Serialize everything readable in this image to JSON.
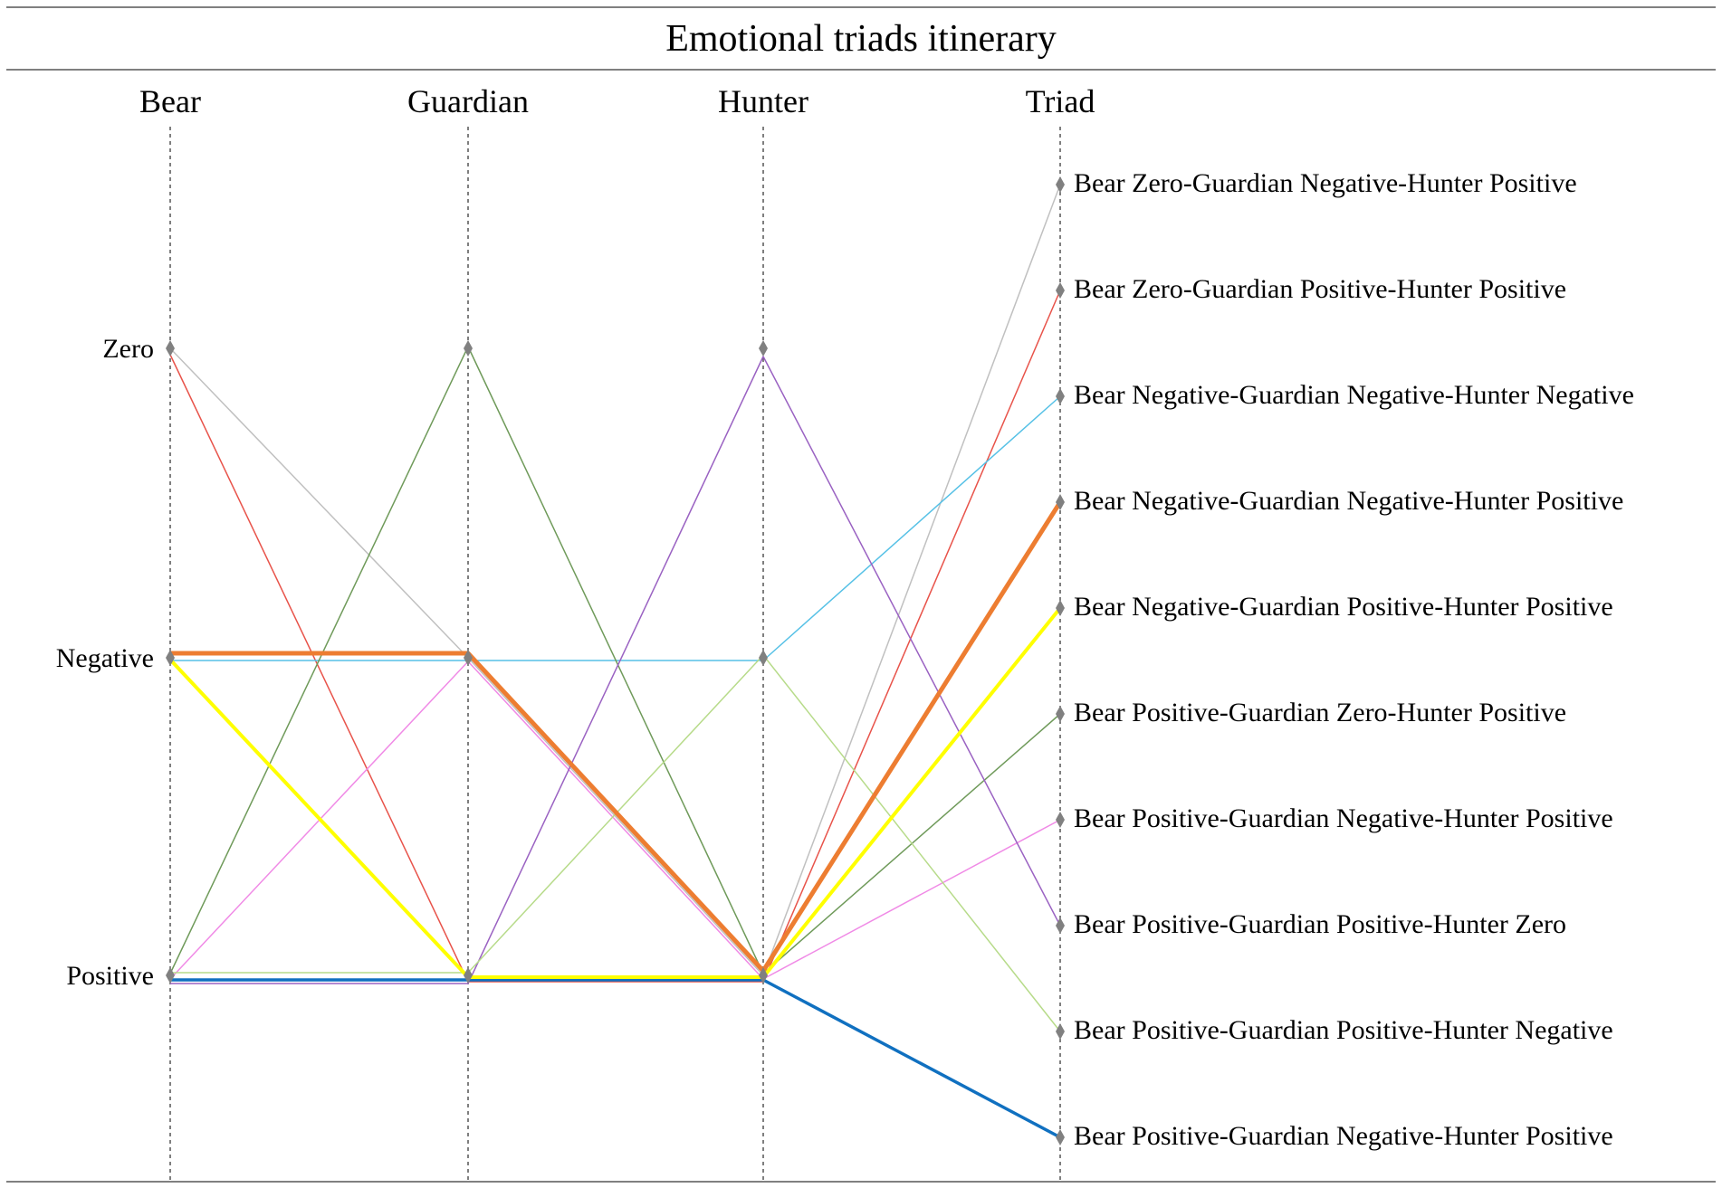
{
  "chart_data": {
    "type": "parallel-coordinates",
    "title": "Emotional triads itinerary",
    "axes": [
      "Bear",
      "Guardian",
      "Hunter",
      "Triad"
    ],
    "levels": [
      "Zero",
      "Negative",
      "Positive"
    ],
    "triads": [
      "Bear Zero-Guardian Negative-Hunter Positive",
      "Bear Zero-Guardian Positive-Hunter Positive",
      "Bear Negative-Guardian Negative-Hunter Negative",
      "Bear Negative-Guardian Negative-Hunter Positive",
      "Bear Negative-Guardian Positive-Hunter Positive",
      "Bear Positive-Guardian Zero-Hunter Positive",
      "Bear Positive-Guardian Negative-Hunter Positive",
      "Bear Positive-Guardian Positive-Hunter Zero",
      "Bear Positive-Guardian Positive-Hunter Negative",
      "Bear Positive-Guardian Negative-Hunter Positive"
    ],
    "series": [
      {
        "bear": "Zero",
        "guardian": "Negative",
        "hunter": "Positive",
        "triad_index": 0,
        "color": "#c0c0c0",
        "width": 1.5
      },
      {
        "bear": "Zero",
        "guardian": "Positive",
        "hunter": "Positive",
        "triad_index": 1,
        "color": "#e8534a",
        "width": 1.5
      },
      {
        "bear": "Negative",
        "guardian": "Negative",
        "hunter": "Negative",
        "triad_index": 2,
        "color": "#56c1e6",
        "width": 1.5
      },
      {
        "bear": "Negative",
        "guardian": "Negative",
        "hunter": "Positive",
        "triad_index": 3,
        "color": "#ed7d31",
        "width": 5
      },
      {
        "bear": "Negative",
        "guardian": "Positive",
        "hunter": "Positive",
        "triad_index": 4,
        "color": "#ffff00",
        "width": 4
      },
      {
        "bear": "Positive",
        "guardian": "Zero",
        "hunter": "Positive",
        "triad_index": 5,
        "color": "#6f9a5a",
        "width": 1.5
      },
      {
        "bear": "Positive",
        "guardian": "Negative",
        "hunter": "Positive",
        "triad_index": 6,
        "color": "#f08ae6",
        "width": 1.5
      },
      {
        "bear": "Positive",
        "guardian": "Positive",
        "hunter": "Zero",
        "triad_index": 7,
        "color": "#9a62c2",
        "width": 1.5
      },
      {
        "bear": "Positive",
        "guardian": "Positive",
        "hunter": "Negative",
        "triad_index": 8,
        "color": "#b7db8a",
        "width": 1.5
      },
      {
        "bear": "Positive",
        "guardian": "Positive",
        "hunter": "Positive",
        "triad_index": 9,
        "color": "#1070c0",
        "width": 3.5
      }
    ],
    "grid": false,
    "legend": "none",
    "marker_color": "#808080",
    "axis_line_color": "#555555"
  }
}
